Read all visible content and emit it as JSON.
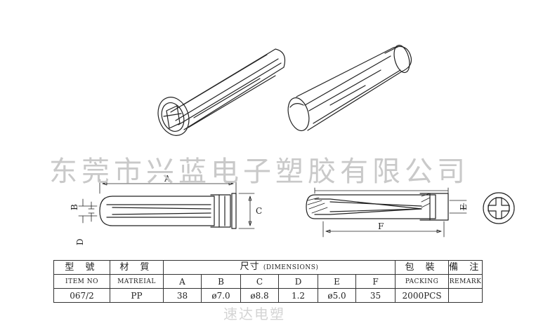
{
  "watermark": "东莞市兴蓝电子塑胶有限公司",
  "bottom_watermark": "速达电塑",
  "dimension_labels": {
    "A": "A",
    "B": "B",
    "C": "C",
    "D": "D",
    "E": "E",
    "F": "F"
  },
  "table": {
    "headers": {
      "item_cn": "型 號",
      "item_en": "ITEM NO",
      "material_cn": "材 質",
      "material_en": "MATREIAL",
      "dims_cn": "尺寸",
      "dims_en": "(DIMENSIONS)",
      "packing_cn": "包 裝",
      "packing_en": "PACKING",
      "remark_cn": "備 注",
      "remark_en": "REMARK"
    },
    "dim_columns": [
      "A",
      "B",
      "C",
      "D",
      "E",
      "F"
    ],
    "row": {
      "item": "067/2",
      "material": "PP",
      "A": "38",
      "B": "ø7.0",
      "C": "ø8.8",
      "D": "1.2",
      "E": "ø5.0",
      "F": "35",
      "packing": "2000PCS",
      "remark": ""
    }
  }
}
